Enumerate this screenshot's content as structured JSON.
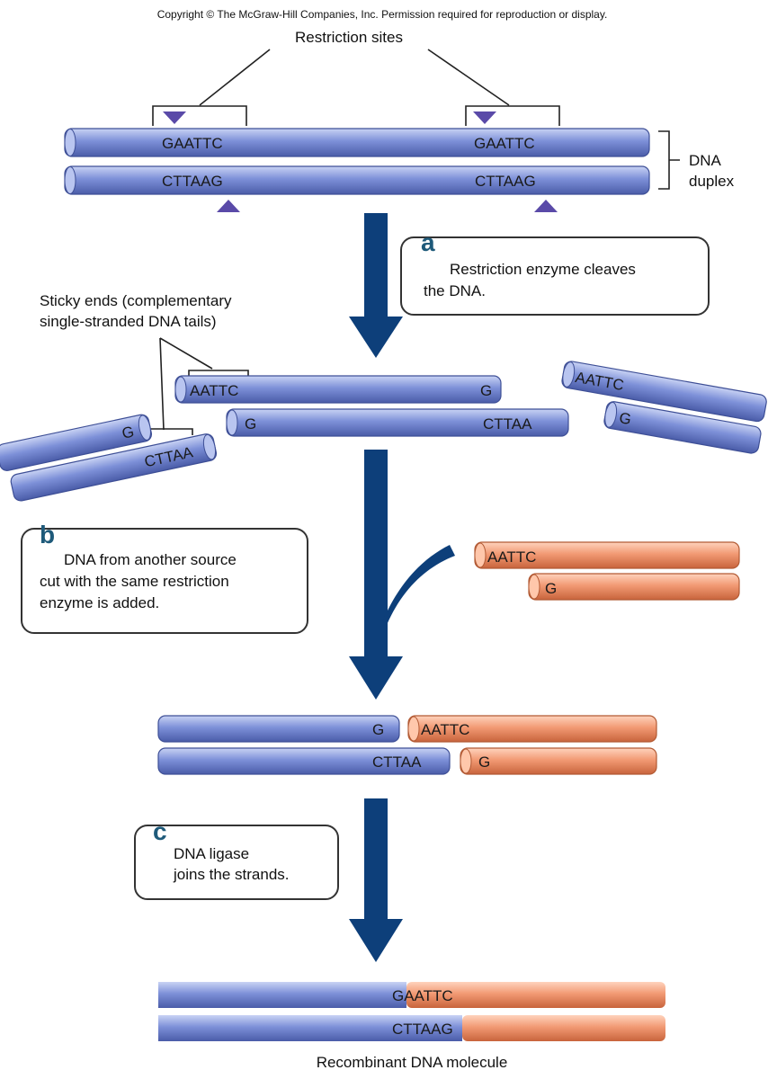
{
  "copyright": "Copyright © The McGraw-Hill Companies, Inc. Permission required for reproduction or display.",
  "restriction_sites_label": "Restriction sites",
  "dna_duplex_label": [
    "DNA",
    "duplex"
  ],
  "site_top": "GAATTC",
  "site_bottom": "CTTAAG",
  "sticky_ends_label": [
    "Sticky ends (complementary",
    "single-stranded DNA tails)"
  ],
  "steps": {
    "a": {
      "letter": "a",
      "lines": [
        "Restriction enzyme cleaves",
        "the DNA."
      ]
    },
    "b": {
      "letter": "b",
      "lines": [
        "DNA from another source",
        "cut with the same restriction",
        "enzyme is added."
      ]
    },
    "c": {
      "letter": "c",
      "lines": [
        "DNA ligase",
        "joins the strands."
      ]
    }
  },
  "fragments": {
    "AATTC": "AATTC",
    "CTTAA": "CTTAA",
    "G": "G"
  },
  "recombinant_label": "Recombinant DNA molecule",
  "colors": {
    "blue_strand": "#7b8fd6",
    "orange_strand": "#f29a74",
    "arrow": "#0d3f7a",
    "marker": "#5a4aa8",
    "step_letter": "#1e5a7a"
  }
}
